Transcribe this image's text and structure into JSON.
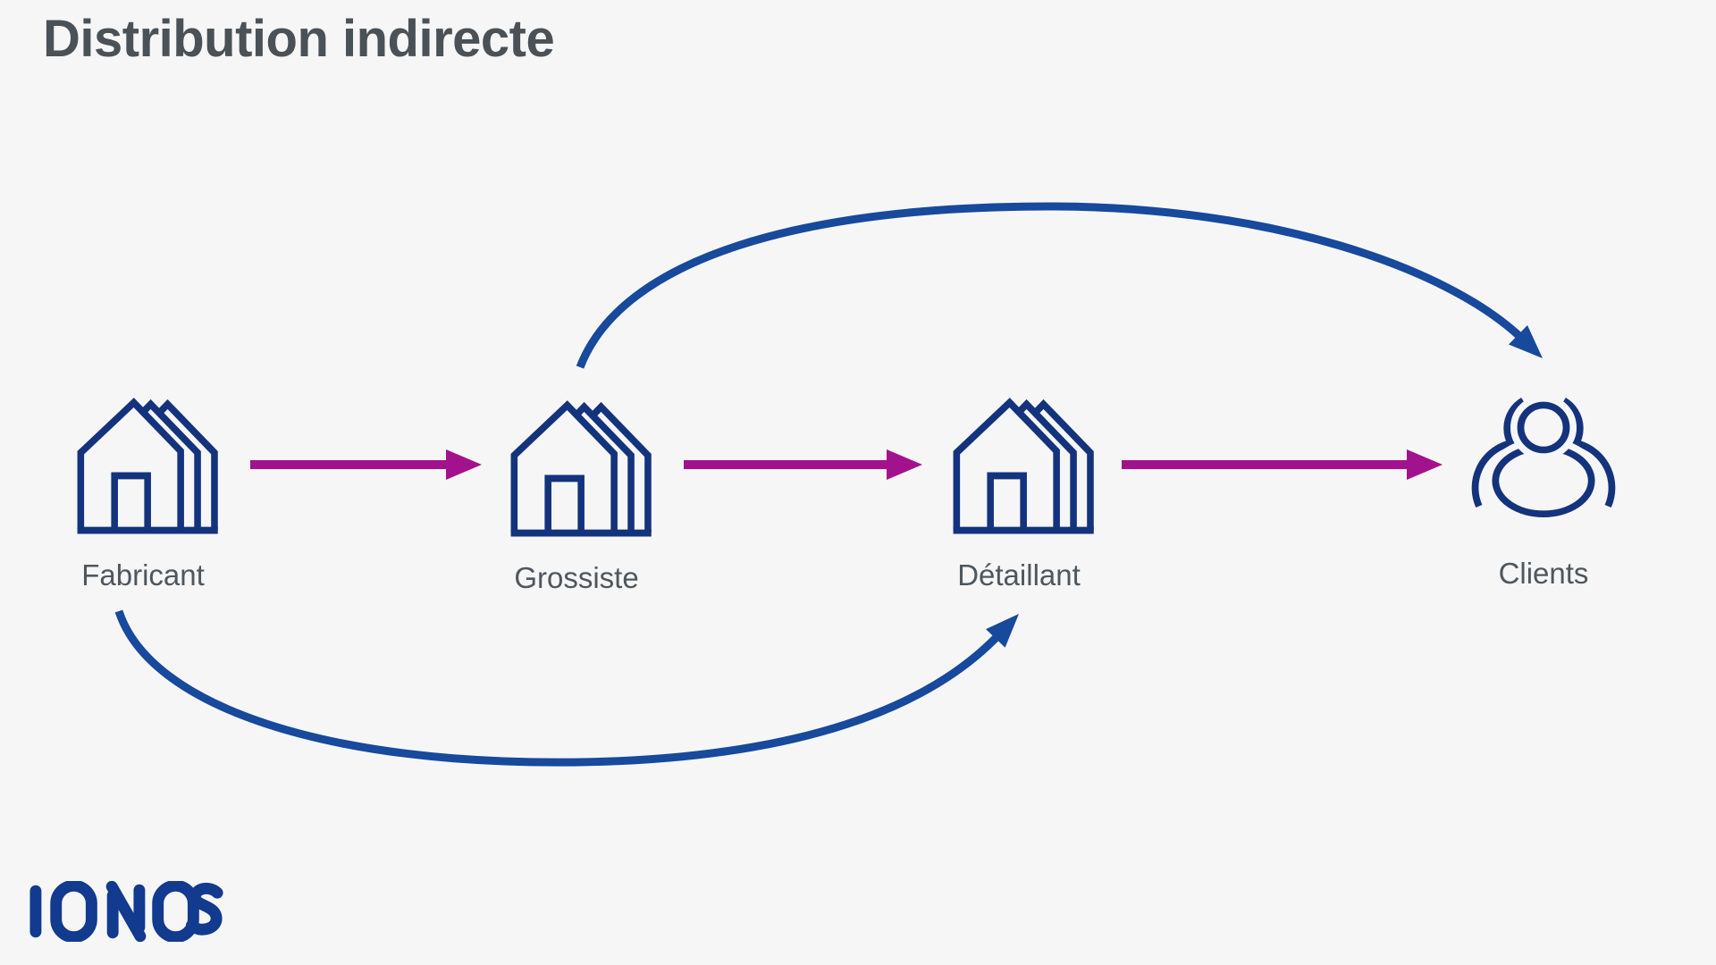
{
  "title": "Distribution indirecte",
  "diagram": {
    "nodes": [
      {
        "id": "fabricant",
        "label": "Fabricant",
        "icon": "building-icon"
      },
      {
        "id": "grossiste",
        "label": "Grossiste",
        "icon": "building-icon"
      },
      {
        "id": "detaillant",
        "label": "Détaillant",
        "icon": "building-icon"
      },
      {
        "id": "clients",
        "label": "Clients",
        "icon": "people-group-icon"
      }
    ],
    "flows": [
      {
        "from": "Fabricant",
        "to": "Grossiste",
        "style": "straight-arrow",
        "color_role": "magenta"
      },
      {
        "from": "Grossiste",
        "to": "Détaillant",
        "style": "straight-arrow",
        "color_role": "magenta"
      },
      {
        "from": "Détaillant",
        "to": "Clients",
        "style": "straight-arrow",
        "color_role": "magenta"
      },
      {
        "from": "Grossiste",
        "to": "Clients",
        "style": "curved-arrow-over",
        "color_role": "navy"
      },
      {
        "from": "Fabricant",
        "to": "Détaillant",
        "style": "curved-arrow-under",
        "color_role": "navy"
      }
    ]
  },
  "footer": {
    "logo_text": "IONOS"
  },
  "colors": {
    "background": "#f6f6f7",
    "title_text": "#4a5157",
    "label_text": "#4e575e",
    "icon_navy": "#14337d",
    "curve_navy": "#17499c",
    "arrow_magenta": "#a3128d",
    "logo_blue": "#123a8f"
  }
}
